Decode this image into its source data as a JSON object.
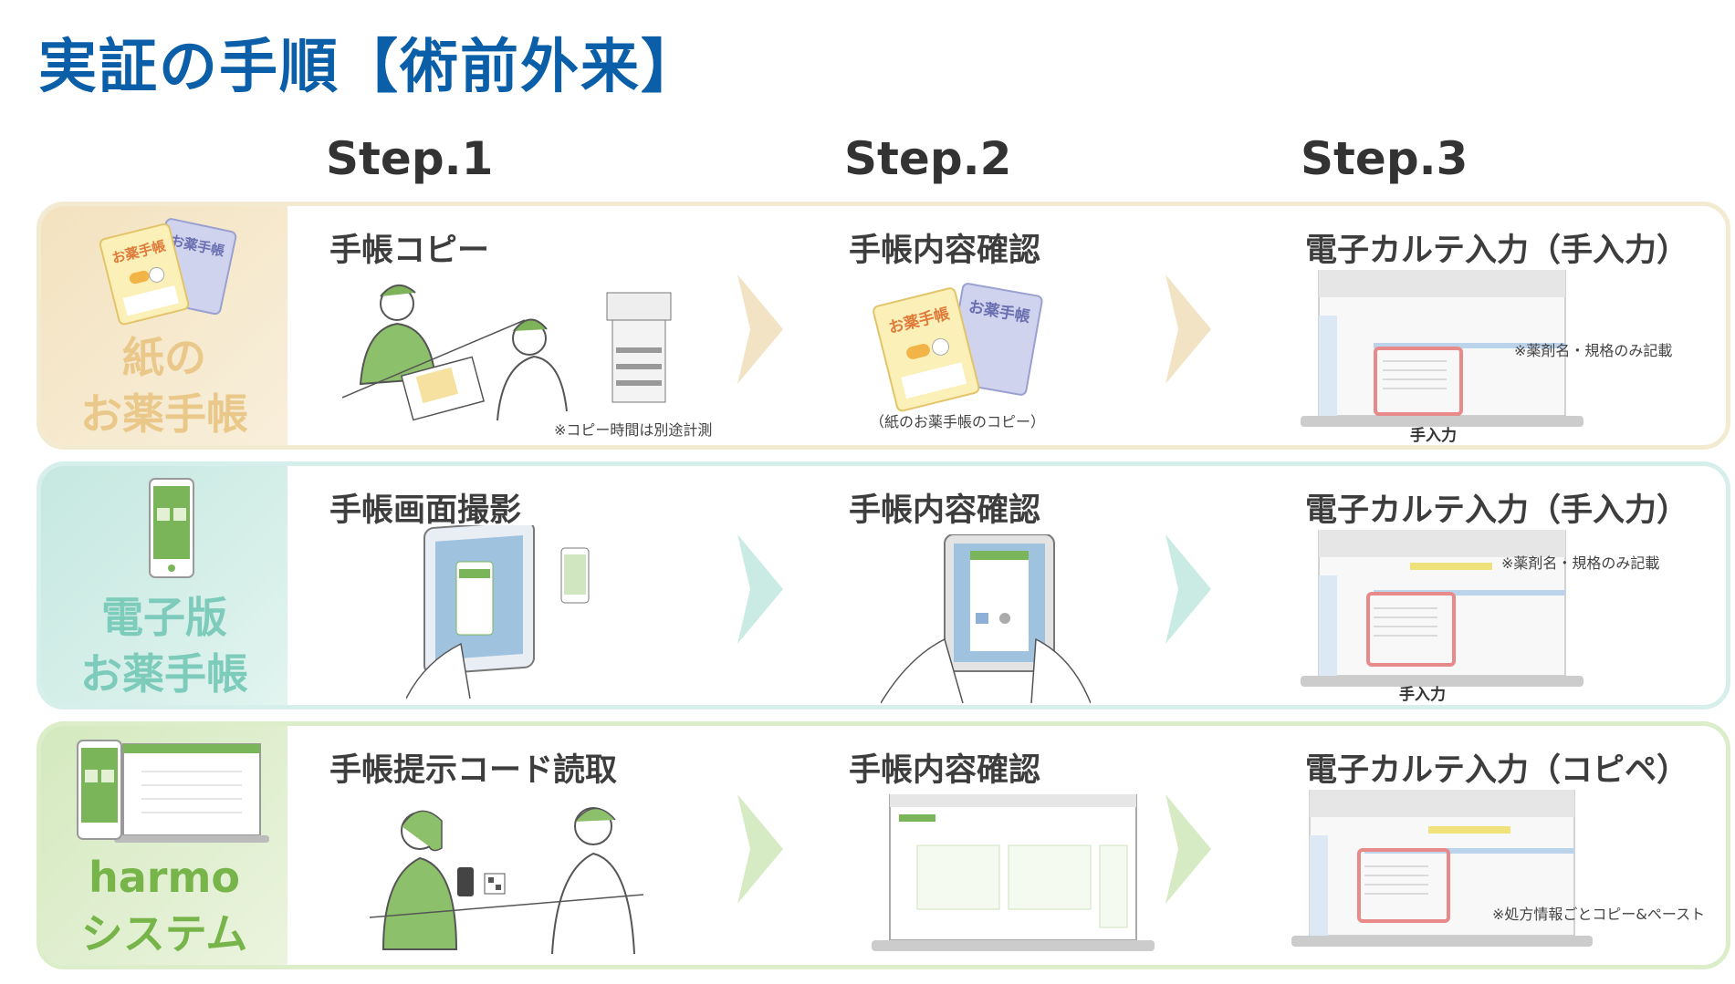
{
  "title": "実証の手順【術前外来】",
  "steps": [
    "Step.1",
    "Step.2",
    "Step.3"
  ],
  "rows": [
    {
      "label": "紙の\nお薬手帳",
      "step1": "手帳コピー",
      "step1_note": "※コピー時間は別途計測",
      "step2": "手帳内容確認",
      "step2_note": "（紙のお薬手帳のコピー）",
      "step3": "電子カルテ入力（手入力）",
      "step3_note": "※薬剤名・規格のみ記載",
      "step3_input": "手入力",
      "booklet_text_a": "お薬手帳",
      "booklet_text_b": "お薬手帳"
    },
    {
      "label": "電子版\nお薬手帳",
      "step1": "手帳画面撮影",
      "step2": "手帳内容確認",
      "step3": "電子カルテ入力（手入力）",
      "step3_note": "※薬剤名・規格のみ記載",
      "step3_input": "手入力"
    },
    {
      "label": "harmo\nシステム",
      "step1": "手帳提示コード読取",
      "step2": "手帳内容確認",
      "step3": "電子カルテ入力（コピペ）",
      "step3_note": "※処方情報ごとコピー&ペースト"
    }
  ],
  "colors": {
    "title": "#0a5fa8",
    "row1_border": "#f3ead2",
    "row1_side": "#f7ebd3",
    "row1_label": "#e9c88a",
    "row2_border": "#d7efea",
    "row2_side": "#d6efe9",
    "row2_label": "#7dcbbb",
    "row3_border": "#dbedc9",
    "row3_side": "#e3f0d3",
    "row3_label": "#77b54a",
    "highlight_box": "#e98a8a"
  }
}
